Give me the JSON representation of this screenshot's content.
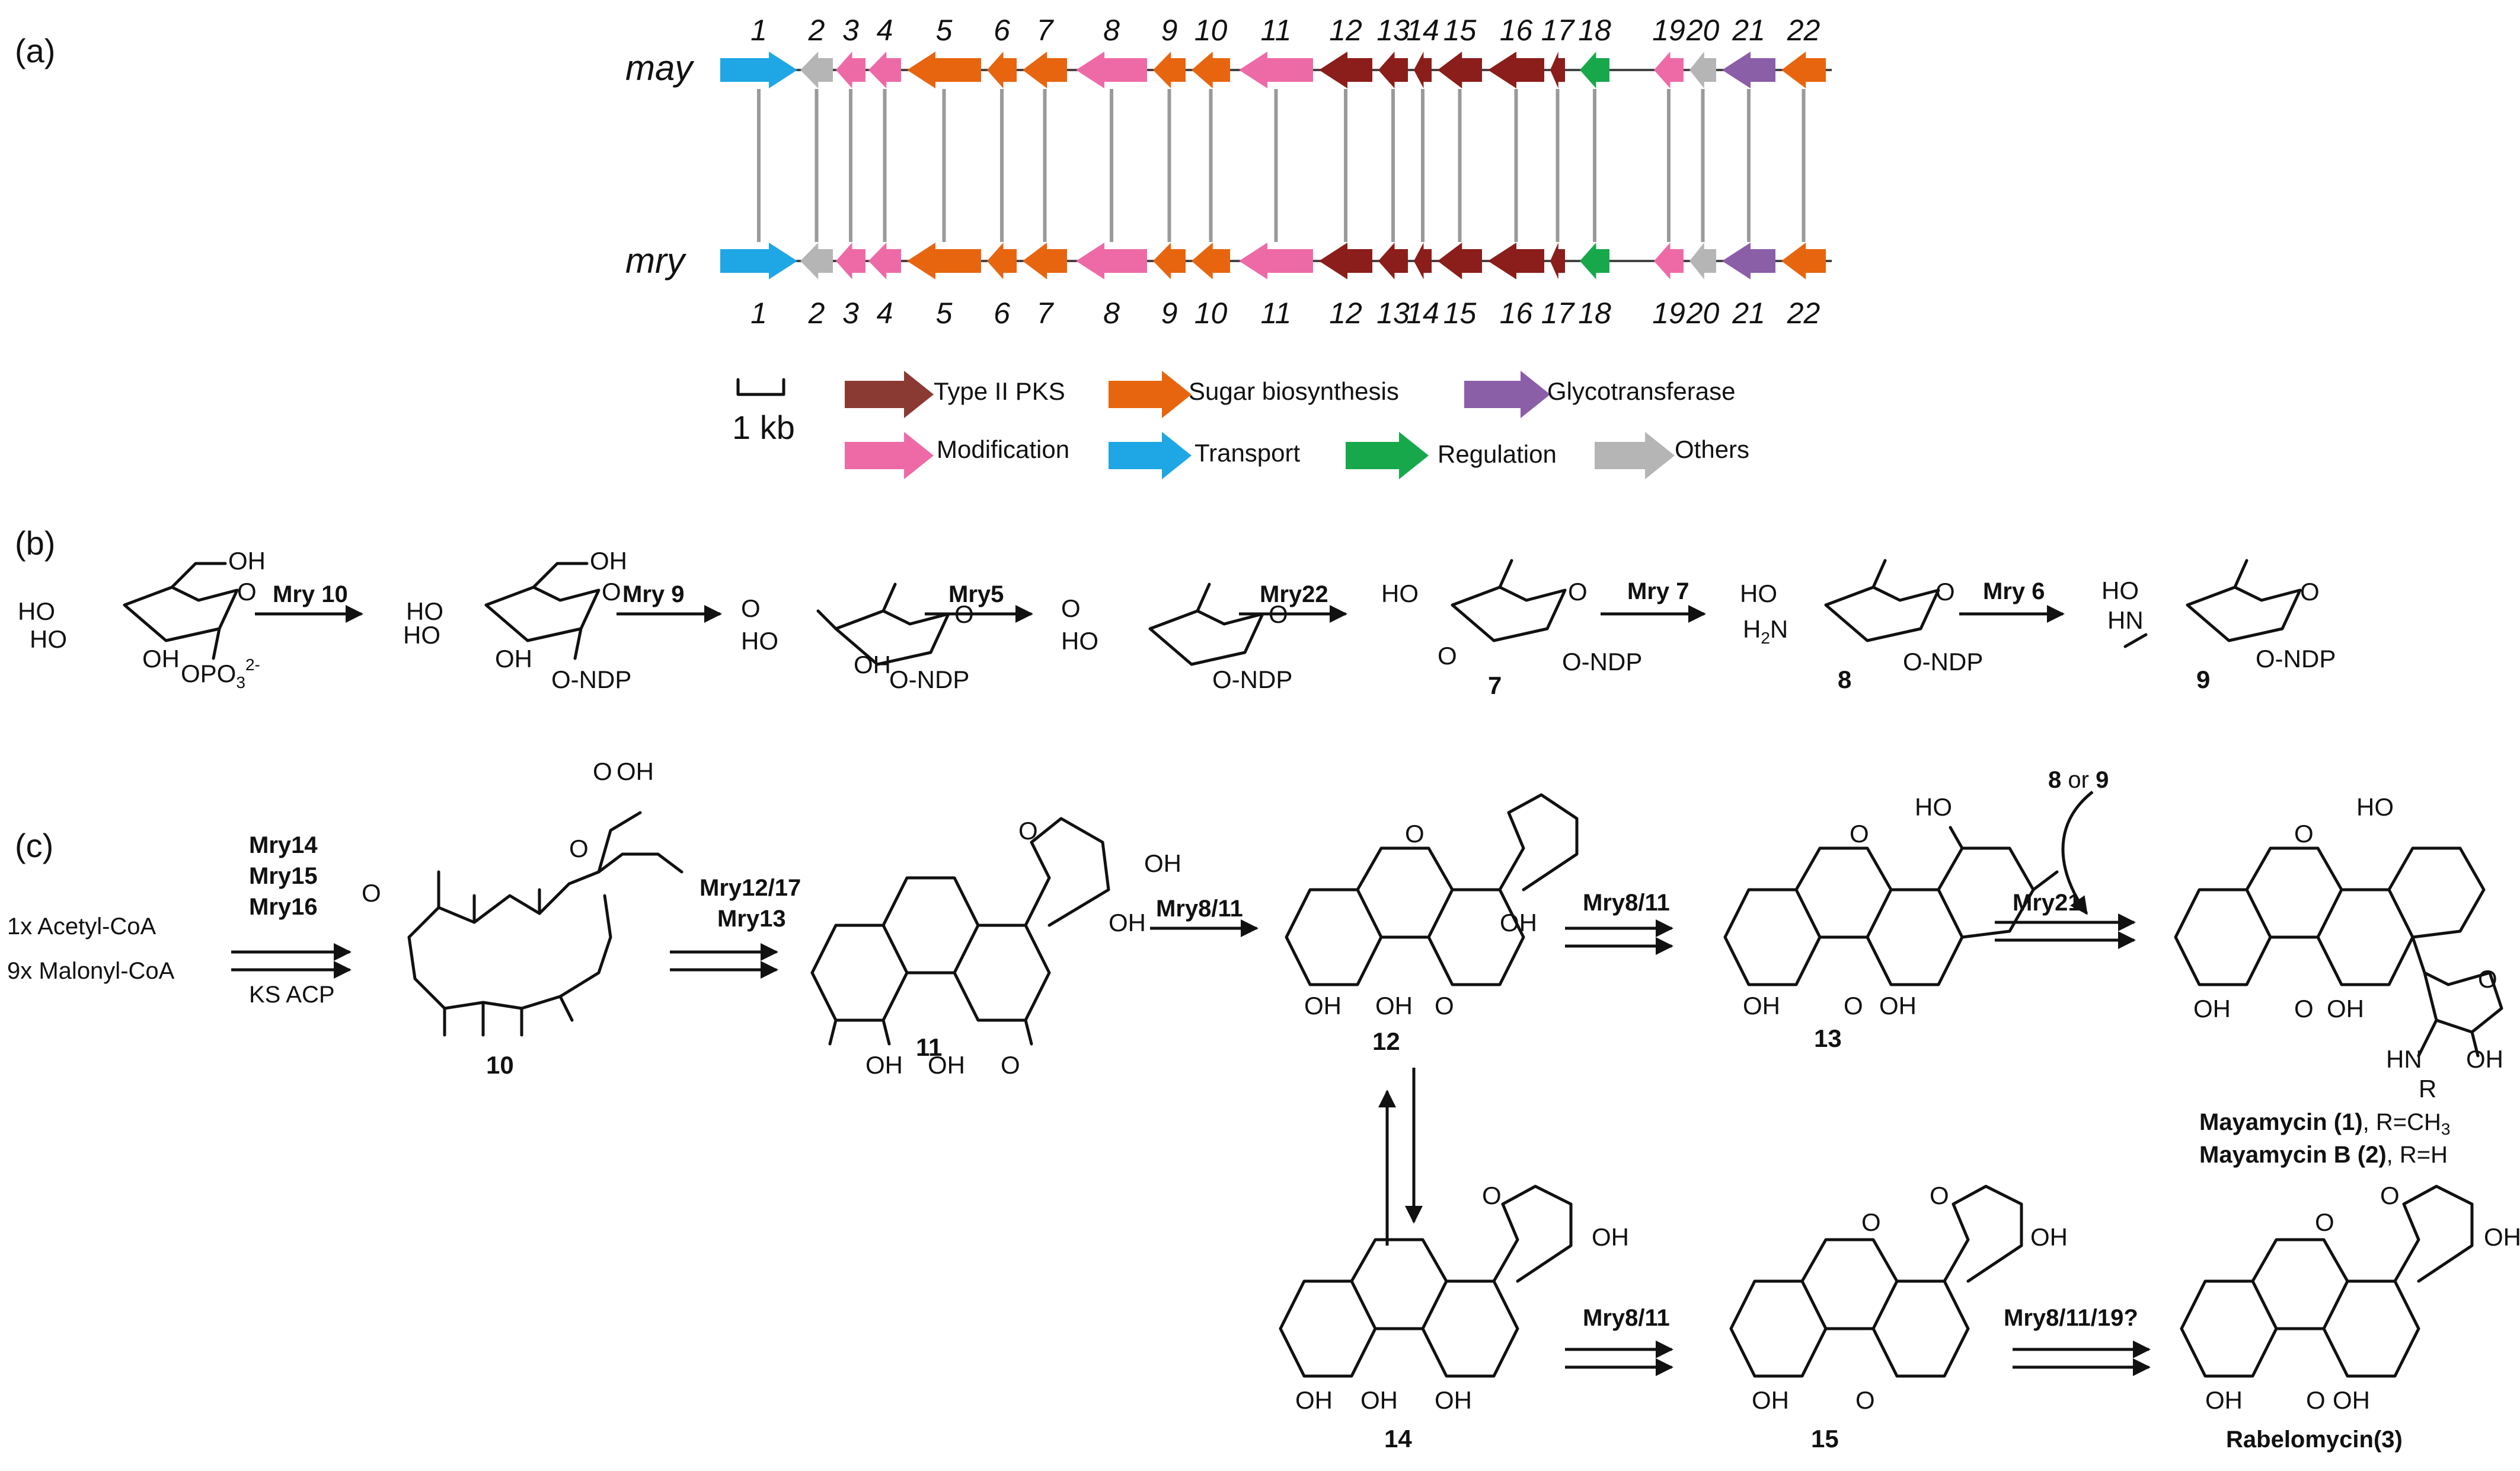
{
  "panels": {
    "a": "(a)",
    "b": "(b)",
    "c": "(c)"
  },
  "gene_cluster": {
    "rows": [
      "may",
      "mry"
    ],
    "gene_numbers": [
      "1",
      "2",
      "3",
      "4",
      "5",
      "6",
      "7",
      "8",
      "9",
      "10",
      "11",
      "12",
      "13",
      "14",
      "15",
      "16",
      "17",
      "18",
      "19",
      "20",
      "21",
      "22"
    ],
    "genes": [
      {
        "n": "1",
        "dir": "right",
        "cat": "transport"
      },
      {
        "n": "2",
        "dir": "left",
        "cat": "others"
      },
      {
        "n": "3",
        "dir": "left",
        "cat": "modification"
      },
      {
        "n": "4",
        "dir": "left",
        "cat": "modification"
      },
      {
        "n": "5",
        "dir": "left",
        "cat": "sugar"
      },
      {
        "n": "6",
        "dir": "left",
        "cat": "sugar"
      },
      {
        "n": "7",
        "dir": "left",
        "cat": "sugar"
      },
      {
        "n": "8",
        "dir": "left",
        "cat": "modification"
      },
      {
        "n": "9",
        "dir": "left",
        "cat": "sugar"
      },
      {
        "n": "10",
        "dir": "left",
        "cat": "sugar"
      },
      {
        "n": "11",
        "dir": "left",
        "cat": "modification"
      },
      {
        "n": "12",
        "dir": "left",
        "cat": "pks"
      },
      {
        "n": "13",
        "dir": "left",
        "cat": "pks"
      },
      {
        "n": "14",
        "dir": "left",
        "cat": "pks"
      },
      {
        "n": "15",
        "dir": "left",
        "cat": "pks"
      },
      {
        "n": "16",
        "dir": "left",
        "cat": "pks"
      },
      {
        "n": "17",
        "dir": "left",
        "cat": "pks"
      },
      {
        "n": "18",
        "dir": "left",
        "cat": "regulation"
      },
      {
        "n": "19",
        "dir": "left",
        "cat": "modification"
      },
      {
        "n": "20",
        "dir": "left",
        "cat": "others"
      },
      {
        "n": "21",
        "dir": "left",
        "cat": "glyco"
      },
      {
        "n": "22",
        "dir": "left",
        "cat": "sugar"
      }
    ],
    "scale_label": "1 kb",
    "legend": [
      {
        "label": "Type II PKS",
        "color": "#8b2a27"
      },
      {
        "label": "Sugar biosynthesis",
        "color": "#e8650f"
      },
      {
        "label": "Glycotransferase",
        "color": "#8b5ea8"
      },
      {
        "label": "Modification",
        "color": "#ee6aa7"
      },
      {
        "label": "Transport",
        "color": "#1ea7e4"
      },
      {
        "label": "Regulation",
        "color": "#18a84c"
      },
      {
        "label": "Others",
        "color": "#b5b5b5"
      }
    ],
    "colors": {
      "pks": "#8b1d1a",
      "sugar": "#e8650f",
      "glyco": "#8b5ea8",
      "modification": "#ee6aa7",
      "transport": "#1ea7e4",
      "regulation": "#18a84c",
      "others": "#b5b5b5"
    }
  },
  "sugar_pathway": {
    "enzymes": [
      "Mry 10",
      "Mry 9",
      "Mry5",
      "Mry22",
      "Mry 7",
      "Mry 6"
    ],
    "compound_labels": [
      "7",
      "8",
      "9"
    ],
    "groups": {
      "oh": "OH",
      "ho": "HO",
      "opo3": "OPO",
      "opo3_sub": "3",
      "opo3_sup": "2-",
      "ondp": "O-NDP",
      "o": "O",
      "h2n": "H",
      "h2n_sub": "2",
      "h2n_n": "N",
      "hn": "HN"
    }
  },
  "polyketide_pathway": {
    "substrates": [
      "1x Acetyl-CoA",
      "9x Malonyl-CoA"
    ],
    "enzymes_pks": [
      "Mry14",
      "Mry15",
      "Mry16"
    ],
    "ks_acp": "KS ACP",
    "enz_cyc": [
      "Mry12/17",
      "Mry13"
    ],
    "enz_ox1": "Mry8/11",
    "enz_ox2": "Mry8/11",
    "enz_gly": "Mry21",
    "sugar_donor_a": "8",
    "sugar_donor_or": "or",
    "sugar_donor_b": "9",
    "enz_ox3": "Mry8/11",
    "enz_ox4": "Mry8/11/19?",
    "compound_labels": [
      "10",
      "11",
      "12",
      "13",
      "14",
      "15"
    ],
    "product_1": "Mayamycin (1)",
    "product_1_r": ", R=CH",
    "product_1_sub": "3",
    "product_2": "Mayamycin B (2)",
    "product_2_r": ", R=H",
    "product_3": "Rabelomycin(3)",
    "r_label": "R"
  }
}
